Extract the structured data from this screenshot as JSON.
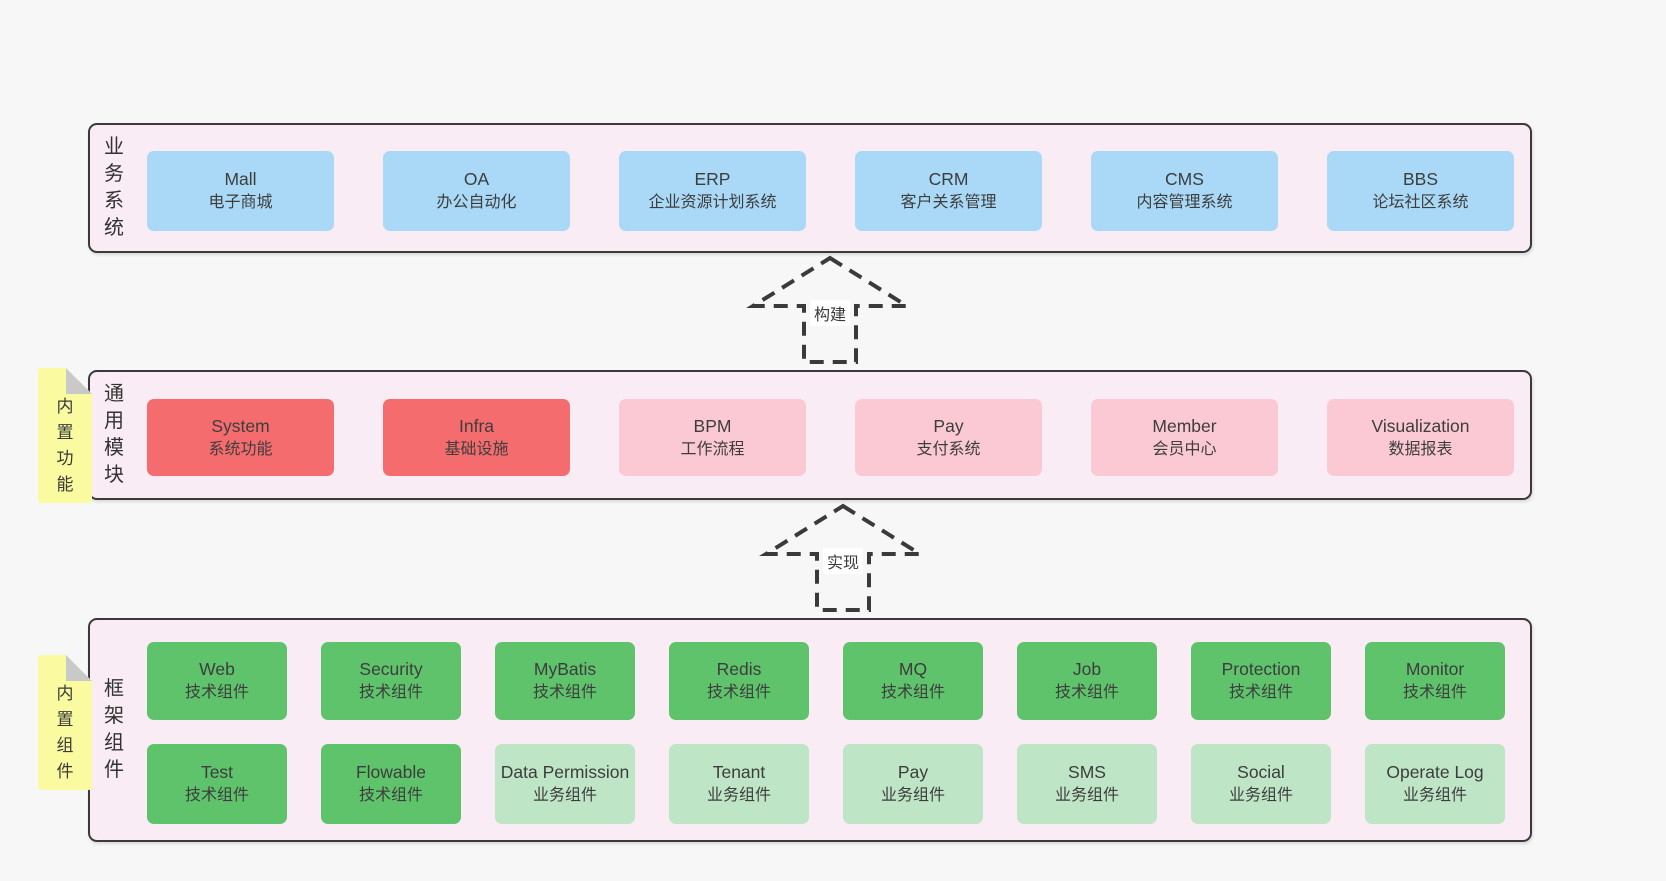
{
  "diagram": {
    "sections": {
      "business": {
        "label": "业务系统",
        "boxes": [
          {
            "name": "Mall",
            "desc": "电子商城"
          },
          {
            "name": "OA",
            "desc": "办公自动化"
          },
          {
            "name": "ERP",
            "desc": "企业资源计划系统"
          },
          {
            "name": "CRM",
            "desc": "客户关系管理"
          },
          {
            "name": "CMS",
            "desc": "内容管理系统"
          },
          {
            "name": "BBS",
            "desc": "论坛社区系统"
          }
        ]
      },
      "modules": {
        "label": "通用模块",
        "note": "内置功能",
        "boxes": [
          {
            "name": "System",
            "desc": "系统功能",
            "variant": "red"
          },
          {
            "name": "Infra",
            "desc": "基础设施",
            "variant": "red"
          },
          {
            "name": "BPM",
            "desc": "工作流程",
            "variant": "pink"
          },
          {
            "name": "Pay",
            "desc": "支付系统",
            "variant": "pink"
          },
          {
            "name": "Member",
            "desc": "会员中心",
            "variant": "pink"
          },
          {
            "name": "Visualization",
            "desc": "数据报表",
            "variant": "pink"
          }
        ]
      },
      "framework": {
        "label": "框架组件",
        "note": "内置组件",
        "row1": [
          {
            "name": "Web",
            "desc": "技术组件",
            "variant": "green-dark"
          },
          {
            "name": "Security",
            "desc": "技术组件",
            "variant": "green-dark"
          },
          {
            "name": "MyBatis",
            "desc": "技术组件",
            "variant": "green-dark"
          },
          {
            "name": "Redis",
            "desc": "技术组件",
            "variant": "green-dark"
          },
          {
            "name": "MQ",
            "desc": "技术组件",
            "variant": "green-dark"
          },
          {
            "name": "Job",
            "desc": "技术组件",
            "variant": "green-dark"
          },
          {
            "name": "Protection",
            "desc": "技术组件",
            "variant": "green-dark"
          },
          {
            "name": "Monitor",
            "desc": "技术组件",
            "variant": "green-dark"
          }
        ],
        "row2": [
          {
            "name": "Test",
            "desc": "技术组件",
            "variant": "green-dark"
          },
          {
            "name": "Flowable",
            "desc": "技术组件",
            "variant": "green-dark"
          },
          {
            "name": "Data Permission",
            "desc": "业务组件",
            "variant": "green-light"
          },
          {
            "name": "Tenant",
            "desc": "业务组件",
            "variant": "green-light"
          },
          {
            "name": "Pay",
            "desc": "业务组件",
            "variant": "green-light"
          },
          {
            "name": "SMS",
            "desc": "业务组件",
            "variant": "green-light"
          },
          {
            "name": "Social",
            "desc": "业务组件",
            "variant": "green-light"
          },
          {
            "name": "Operate Log",
            "desc": "业务组件",
            "variant": "green-light"
          }
        ]
      }
    },
    "arrows": [
      {
        "label": "构建"
      },
      {
        "label": "实现"
      }
    ],
    "colors": {
      "page_bg": "#f7f7f7",
      "container_bg": "#f9ecf4",
      "container_border": "#3a3a3a",
      "box_blue": "#a9d9f6",
      "box_red": "#f56c6e",
      "box_pink": "#fbc9d3",
      "box_green_dark": "#5fc36c",
      "box_green_light": "#bee5c5",
      "note_yellow": "#fafaa0",
      "note_fold_gray": "#c9c9c9"
    }
  }
}
